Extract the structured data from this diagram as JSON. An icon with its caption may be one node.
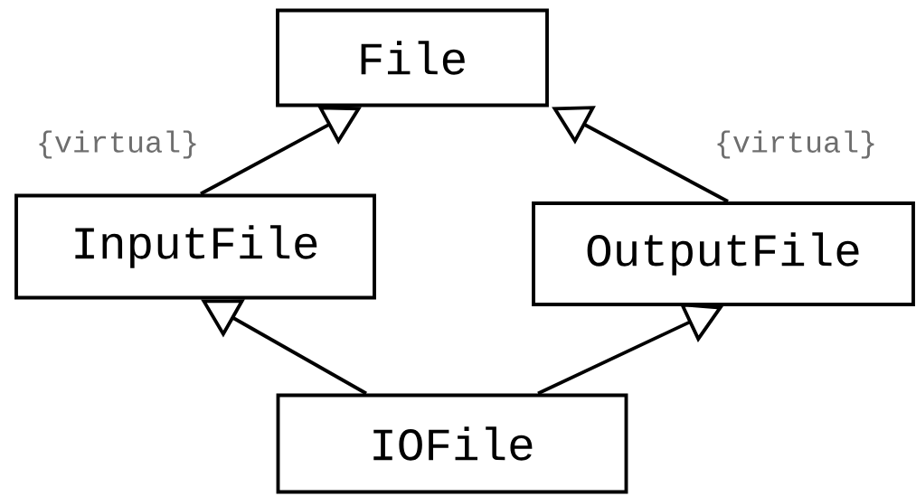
{
  "diagram": {
    "nodes": [
      {
        "text": [
          "File"
        ]
      },
      {
        "text": [
          "InputFile"
        ]
      },
      {
        "text": [
          "OutputFile"
        ]
      },
      {
        "text": [
          "IOFile"
        ]
      }
    ],
    "edges": [
      {
        "from": 1,
        "to": 0,
        "arrow": "to",
        "label": "{virtual}"
      },
      {
        "from": 2,
        "to": 0,
        "arrow": "to",
        "label": "{virtual}"
      },
      {
        "from": 3,
        "to": 1,
        "arrow": "to"
      },
      {
        "from": 3,
        "to": 2,
        "arrow": "to"
      }
    ]
  }
}
